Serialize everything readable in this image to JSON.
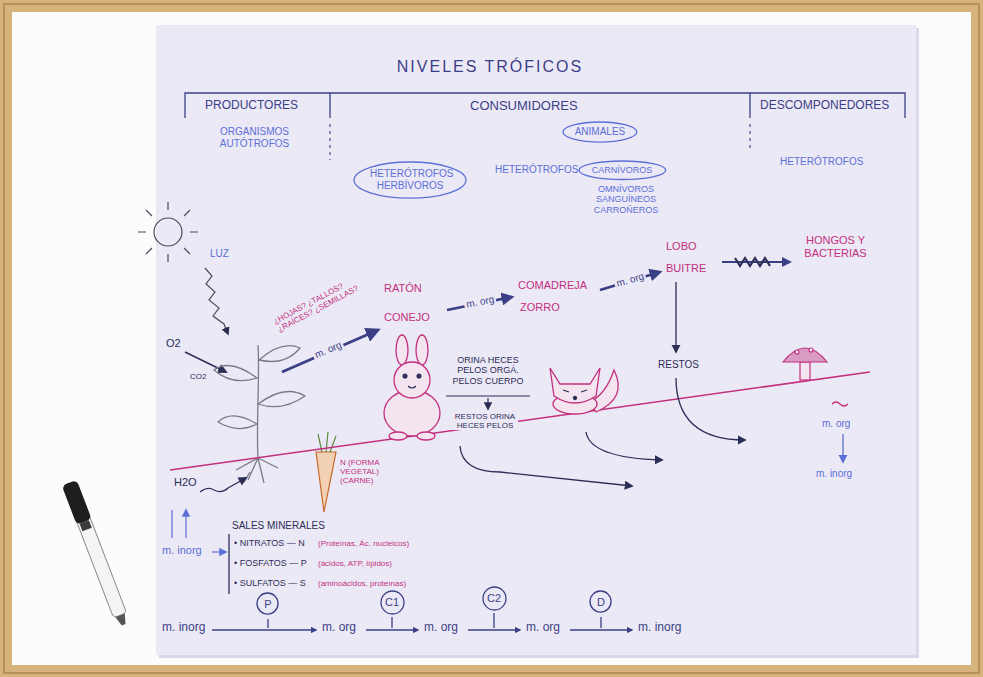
{
  "diagram": {
    "title": "NIVELES TRÓFICOS",
    "nodes": [
      {
        "text": [
          "ANIMALES"
        ]
      },
      {
        "text": [
          "HETERÓTROFOS HERBÍVOROS"
        ]
      },
      {
        "text": [
          "CARNÍVOROS"
        ]
      },
      {
        "text": [
          "P"
        ]
      },
      {
        "text": [
          "C1"
        ]
      },
      {
        "text": [
          "C2"
        ]
      },
      {
        "text": [
          "D"
        ]
      }
    ],
    "labels": [
      "PRODUCTORES",
      "CONSUMIDORES",
      "DESCOMPONEDORES",
      "ORGANISMOS AUTÓTROFOS",
      "HETERÓTROFOS",
      "OMNÍVOROS SANGUÍNEOS CARROÑEROS",
      "HETERÓTROFOS",
      "LUZ",
      "O2",
      "CO2",
      "¿HOJAS? ¿TALLOS? ¿RAÍCES? ¿SEMILLAS?",
      "m. org",
      "RATÓN",
      "CONEJO",
      "m. org",
      "COMADREJA",
      "ZORRO",
      "m. org",
      "LOBO",
      "BUITRE",
      "HONGOS Y BACTERIAS",
      "RESTOS",
      "ORINA HECES PELOS ORGÁ. PELOS CUERPO",
      "RESTOS ORINA HECES PELOS",
      "N (FORMA VEGETAL) (CARNE)",
      "H2O",
      "m. inorg",
      "SALES MINERALES",
      "• NITRATOS — N",
      "(Proteínas, Ác. nucleicos)",
      "• FOSFATOS — P",
      "(ácidos, ATP, lípidos)",
      "• SULFATOS — S",
      "(aminoácidos, proteínas)",
      "m. org",
      "m. inorg",
      "m. inorg",
      "m. org",
      "m. org",
      "m. org",
      "m. inorg"
    ]
  }
}
